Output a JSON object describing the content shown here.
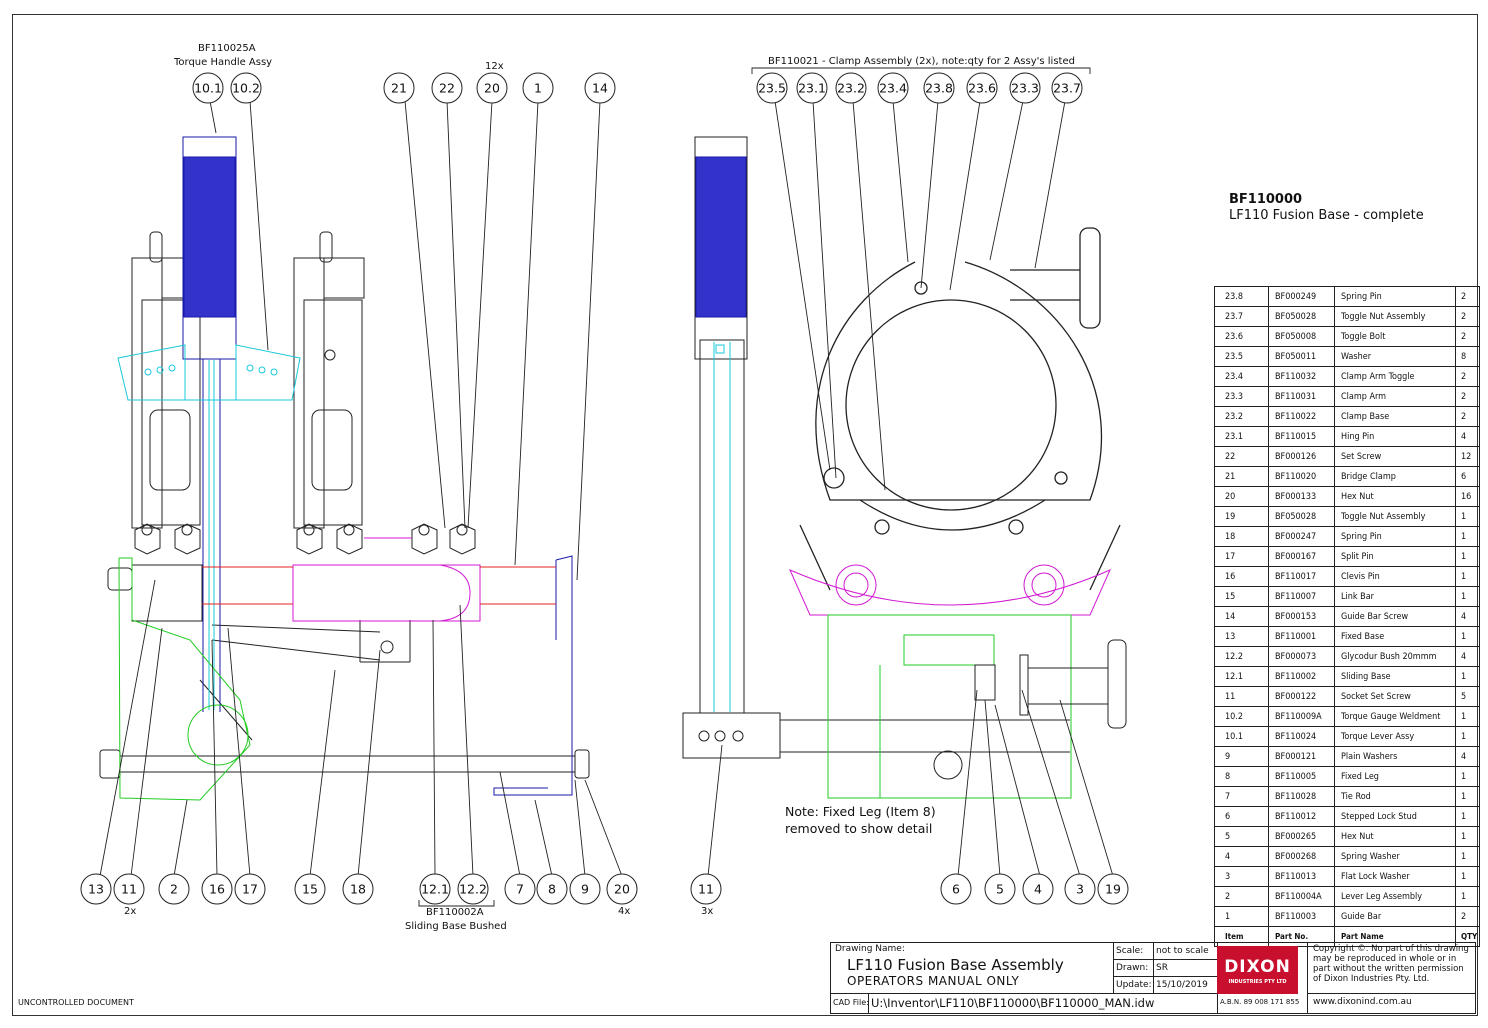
{
  "assemblies": {
    "torque_handle": {
      "code": "BF110025A",
      "name": "Torque Handle Assy"
    },
    "qty_12x": "12x",
    "clamp": "BF110021 - Clamp Assembly (2x), note:qty for 2 Assy's listed",
    "sliding_base": {
      "code": "BF110002A",
      "name": "Sliding Base Bushed"
    }
  },
  "qty_notes": {
    "q2x": "2x",
    "q4x": "4x",
    "q3x": "3x"
  },
  "balloons_top_left": [
    "10.1",
    "10.2",
    "21",
    "22",
    "20",
    "1",
    "14"
  ],
  "balloons_top_right": [
    "23.5",
    "23.1",
    "23.2",
    "23.4",
    "23.8",
    "23.6",
    "23.3",
    "23.7"
  ],
  "balloons_bottom_left": [
    "13",
    "11",
    "2",
    "16",
    "17",
    "15",
    "18",
    "12.1",
    "12.2",
    "7",
    "8",
    "9",
    "20"
  ],
  "balloons_bottom_right": [
    "11",
    "6",
    "5",
    "4",
    "3",
    "19"
  ],
  "note": {
    "line1": "Note: Fixed Leg (Item 8)",
    "line2": "removed to show detail"
  },
  "title": {
    "code": "BF110000",
    "name": "LF110 Fusion Base - complete"
  },
  "bom": {
    "rows": [
      [
        "23.8",
        "BF000249",
        "Spring Pin",
        "2"
      ],
      [
        "23.7",
        "BF050028",
        "Toggle Nut Assembly",
        "2"
      ],
      [
        "23.6",
        "BF050008",
        "Toggle Bolt",
        "2"
      ],
      [
        "23.5",
        "BF050011",
        "Washer",
        "8"
      ],
      [
        "23.4",
        "BF110032",
        "Clamp Arm Toggle",
        "2"
      ],
      [
        "23.3",
        "BF110031",
        "Clamp Arm",
        "2"
      ],
      [
        "23.2",
        "BF110022",
        "Clamp Base",
        "2"
      ],
      [
        "23.1",
        "BF110015",
        "Hing Pin",
        "4"
      ],
      [
        "22",
        "BF000126",
        "Set Screw",
        "12"
      ],
      [
        "21",
        "BF110020",
        "Bridge Clamp",
        "6"
      ],
      [
        "20",
        "BF000133",
        "Hex Nut",
        "16"
      ],
      [
        "19",
        "BF050028",
        "Toggle Nut Assembly",
        "1"
      ],
      [
        "18",
        "BF000247",
        "Spring Pin",
        "1"
      ],
      [
        "17",
        "BF000167",
        "Split Pin",
        "1"
      ],
      [
        "16",
        "BF110017",
        "Clevis Pin",
        "1"
      ],
      [
        "15",
        "BF110007",
        "Link Bar",
        "1"
      ],
      [
        "14",
        "BF000153",
        "Guide Bar Screw",
        "4"
      ],
      [
        "13",
        "BF110001",
        "Fixed Base",
        "1"
      ],
      [
        "12.2",
        "BF000073",
        "Glycodur Bush 20mmm",
        "4"
      ],
      [
        "12.1",
        "BF110002",
        "Sliding Base",
        "1"
      ],
      [
        "11",
        "BF000122",
        "Socket Set Screw",
        "5"
      ],
      [
        "10.2",
        "BF110009A",
        "Torque Gauge Weldment",
        "1"
      ],
      [
        "10.1",
        "BF110024",
        "Torque Lever Assy",
        "1"
      ],
      [
        "9",
        "BF000121",
        "Plain Washers",
        "4"
      ],
      [
        "8",
        "BF110005",
        "Fixed Leg",
        "1"
      ],
      [
        "7",
        "BF110028",
        "Tie Rod",
        "1"
      ],
      [
        "6",
        "BF110012",
        "Stepped Lock Stud",
        "1"
      ],
      [
        "5",
        "BF000265",
        "Hex Nut",
        "1"
      ],
      [
        "4",
        "BF000268",
        "Spring Washer",
        "1"
      ],
      [
        "3",
        "BF110013",
        "Flat Lock Washer",
        "1"
      ],
      [
        "2",
        "BF110004A",
        "Lever Leg Assembly",
        "1"
      ],
      [
        "1",
        "BF110003",
        "Guide Bar",
        "2"
      ]
    ],
    "header": [
      "Item",
      "Part No.",
      "Part Name",
      "QTY"
    ]
  },
  "title_block": {
    "drawing_name_label": "Drawing Name:",
    "drawing_name": "LF110 Fusion Base Assembly",
    "sub": "OPERATORS MANUAL ONLY",
    "scale_label": "Scale:",
    "scale": "not to scale",
    "drawn_label": "Drawn:",
    "drawn": "SR",
    "update_label": "Update:",
    "update": "15/10/2019",
    "cad_label": "CAD File:",
    "cad": "U:\\Inventor\\LF110\\BF110000\\BF110000_MAN.idw",
    "logo": "DIXON",
    "logo_sub": "INDUSTRIES PTY LTD",
    "abn": "A.B.N. 89 008 171 855",
    "copyright": [
      "Copyright ©. No part of this drawing",
      "may be reproduced in whole or in",
      "part without the written permission",
      "of Dixon Industries Pty. Ltd."
    ],
    "web": "www.dixonind.com.au"
  },
  "uncontrolled": "UNCONTROLLED DOCUMENT",
  "colors": {
    "line": "#222222",
    "blue": "#1a1aa8",
    "cyan": "#19c8d8",
    "green": "#22cc22",
    "magenta": "#d21ad2",
    "red": "#e02020",
    "dixon_red": "#c8102e"
  }
}
